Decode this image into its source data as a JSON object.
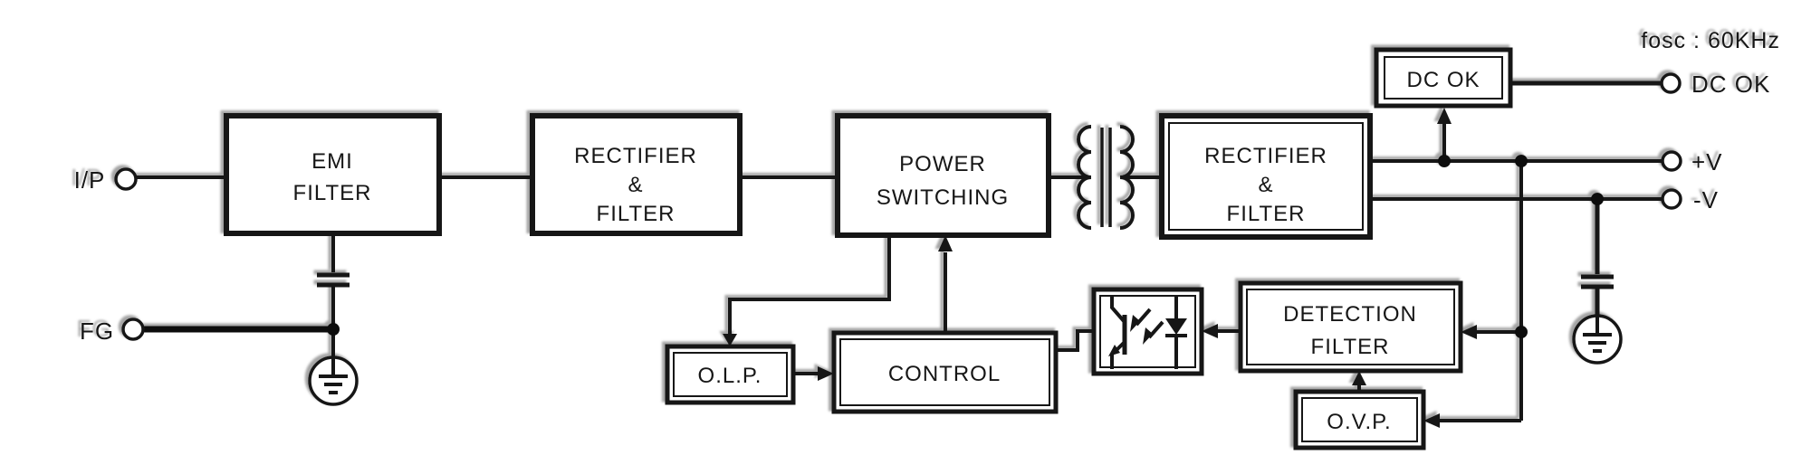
{
  "colors": {
    "ink": "#161616",
    "shadow": "#a0a0a0",
    "background": "#ffffff"
  },
  "annotations": {
    "fosc": "fosc : 60KHz"
  },
  "terminals": {
    "input": "I/P",
    "frame_ground": "FG",
    "dc_ok": "DC OK",
    "v_plus": "+V",
    "v_minus": "-V"
  },
  "blocks": {
    "emi_filter": {
      "lines": [
        "EMI",
        "FILTER"
      ]
    },
    "input_rectifier": {
      "lines": [
        "RECTIFIER",
        "&",
        "FILTER"
      ]
    },
    "power_switching": {
      "lines": [
        "POWER",
        "SWITCHING"
      ]
    },
    "output_rectifier": {
      "lines": [
        "RECTIFIER",
        "&",
        "FILTER"
      ]
    },
    "dc_ok": {
      "lines": [
        "DC OK"
      ]
    },
    "detection_filter": {
      "lines": [
        "DETECTION",
        "FILTER"
      ]
    },
    "ovp": {
      "lines": [
        "O.V.P."
      ]
    },
    "control": {
      "lines": [
        "CONTROL"
      ]
    },
    "olp": {
      "lines": [
        "O.L.P."
      ]
    }
  },
  "icons": {
    "transformer": "transformer-coils",
    "optocoupler": "optocoupler",
    "capacitor": "capacitor-plates",
    "ground": "earth-ground-circle",
    "terminal": "terminal-circle",
    "junction": "junction-dot",
    "arrow": "flow-arrowhead"
  }
}
